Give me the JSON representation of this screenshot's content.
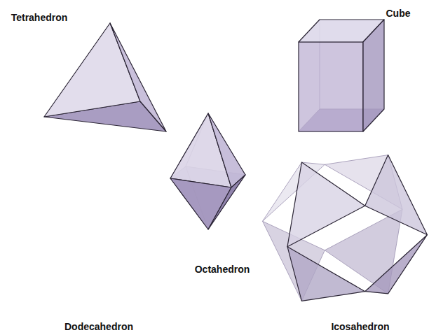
{
  "diagram": {
    "labels": [
      "Tetrahedron",
      "Cube",
      "Octahedron",
      "Dodecahedron",
      "Icosahedron"
    ]
  }
}
